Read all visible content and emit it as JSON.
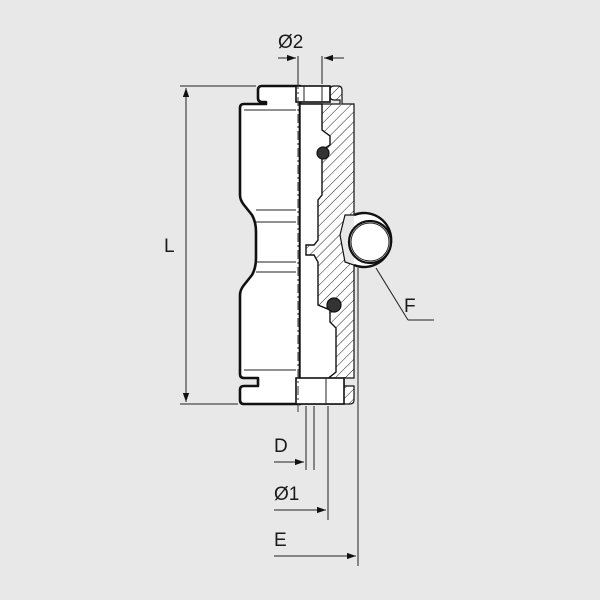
{
  "labels": {
    "diameter2": "Ø2",
    "length": "L",
    "port": "F",
    "inner_diameter": "D",
    "diameter1": "Ø1",
    "overall": "E"
  },
  "colors": {
    "background": "#e8e8e8",
    "line": "#111111",
    "body_fill": "#ffffff"
  }
}
